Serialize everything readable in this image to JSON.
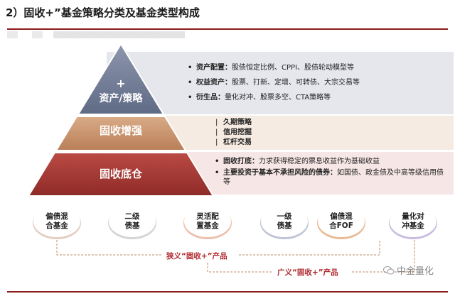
{
  "heading": "2）固收+”基金策略分类及基金类型构成",
  "pyramid": {
    "top_plus": "+",
    "top_label": "资产/策略",
    "mid_label": "固收增强",
    "base_label": "固收底仓"
  },
  "top_bullets": [
    {
      "bold": "资产配置：",
      "text": "股债恒定比例、CPPI、股债轮动模型等"
    },
    {
      "bold": "权益资产：",
      "text": "股票、打新、定增、可转债、大宗交易等"
    },
    {
      "bold": "衍生品：",
      "text": "量化对冲、股票多空、CTA策略等"
    }
  ],
  "mid_bullets": [
    "久期策略",
    "信用挖掘",
    "杠杆交易"
  ],
  "low_bullets": [
    {
      "bold": "固收打底：",
      "text": "力求获得稳定的票息收益作为基础收益"
    },
    {
      "bold": "主要投资于基本不承担风险的债券：",
      "text": "如国债、政金债及中高等级信用债等"
    }
  ],
  "fund_types": [
    "偏债混\n合基金",
    "二级\n债基",
    "灵活配\n置基金",
    "一级\n债基",
    "偏债混\n合FOF",
    "量化对\n冲基金"
  ],
  "narrow_label": "狭义“固收+”产品",
  "broad_label": "广义“固收+”产品",
  "watermark": "中金量化",
  "colors": {
    "pyramid_top": "#6f7a94",
    "pyramid_mid": "#c9946b",
    "pyramid_base": "#a83a36",
    "dashed_line": "#c28a68",
    "label_red": "#b0292e"
  }
}
